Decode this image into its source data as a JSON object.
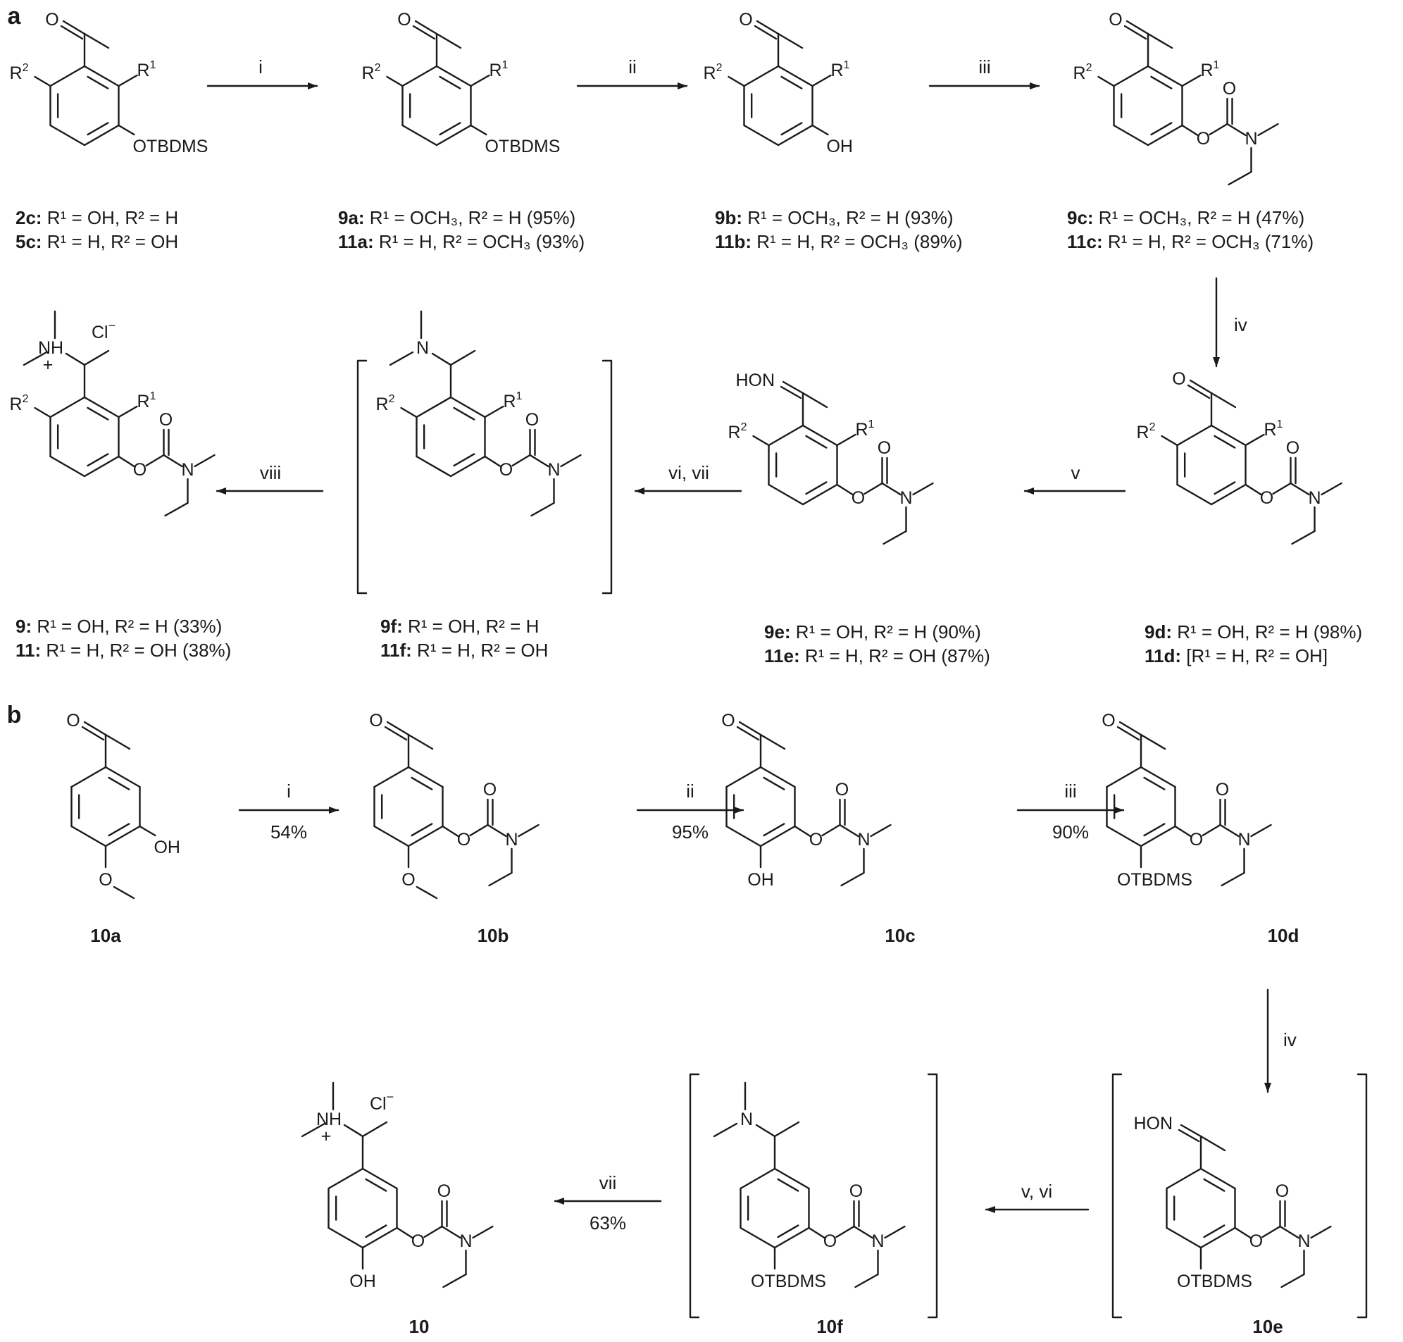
{
  "panels": {
    "a": "a",
    "b": "b"
  },
  "atoms": {
    "O": "O",
    "N": "N",
    "R": "R",
    "sup1": "1",
    "sup2": "2",
    "OH": "OH",
    "OTBDMS": "OTBDMS",
    "HON": "HON",
    "NH": "NH",
    "plus": "+",
    "Cl": "Cl",
    "minus": "−"
  },
  "steps": {
    "i": "i",
    "ii": "ii",
    "iii": "iii",
    "iv": "iv",
    "v": "v",
    "vi_vii": "vi, vii",
    "viii": "viii",
    "v_vi": "v, vi",
    "vii": "vii"
  },
  "yields_b": {
    "i": "54%",
    "ii": "95%",
    "iii": "90%",
    "vii": "63%"
  },
  "labels_a": [
    {
      "id": "2c",
      "bold": "2c:",
      "line": "R¹ = OH, R² = H"
    },
    {
      "id": "5c",
      "bold": "5c:",
      "line": "R¹ = H, R² = OH"
    },
    {
      "id": "9a",
      "bold": "9a:",
      "line": "R¹ = OCH₃, R² = H (95%)"
    },
    {
      "id": "11a",
      "bold": "11a:",
      "line": "R¹ = H, R² = OCH₃ (93%)"
    },
    {
      "id": "9b",
      "bold": "9b:",
      "line": "R¹ = OCH₃, R² = H (93%)"
    },
    {
      "id": "11b",
      "bold": "11b:",
      "line": "R¹ = H, R² = OCH₃ (89%)"
    },
    {
      "id": "9c",
      "bold": "9c:",
      "line": "R¹ = OCH₃, R² = H (47%)"
    },
    {
      "id": "11c",
      "bold": "11c:",
      "line": "R¹ = H, R² = OCH₃ (71%)"
    },
    {
      "id": "9",
      "bold": "9:",
      "line": "R¹ = OH, R² = H (33%)"
    },
    {
      "id": "11",
      "bold": "11:",
      "line": "R¹ = H, R² = OH (38%)"
    },
    {
      "id": "9f",
      "bold": "9f:",
      "line": "R¹ = OH, R² = H"
    },
    {
      "id": "11f",
      "bold": "11f:",
      "line": "R¹ = H, R² = OH"
    },
    {
      "id": "9e",
      "bold": "9e:",
      "line": "R¹ = OH, R² = H (90%)"
    },
    {
      "id": "11e",
      "bold": "11e:",
      "line": "R¹ = H, R² = OH (87%)"
    },
    {
      "id": "9d",
      "bold": "9d:",
      "line": "R¹ = OH, R² = H (98%)"
    },
    {
      "id": "11d",
      "bold": "11d:",
      "line": "[R¹ = H, R² = OH]"
    }
  ],
  "labels_b": [
    "10a",
    "10b",
    "10c",
    "10d",
    "10f",
    "10e",
    "10"
  ]
}
